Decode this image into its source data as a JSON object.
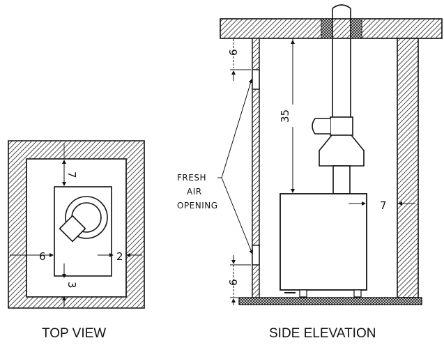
{
  "captions": {
    "top_view": "TOP VIEW",
    "side_elevation": "SIDE ELEVATION"
  },
  "top_view": {
    "dim_top": "7",
    "dim_left": "6",
    "dim_right": "2",
    "dim_bottom": "3"
  },
  "side_view": {
    "fresh_air_line1": "FRESH",
    "fresh_air_line2": "AIR",
    "fresh_air_line3": "OPENING",
    "dim_top_opening": "6",
    "dim_flue_height": "35",
    "dim_side_clearance": "7",
    "dim_bottom_opening": "6"
  }
}
